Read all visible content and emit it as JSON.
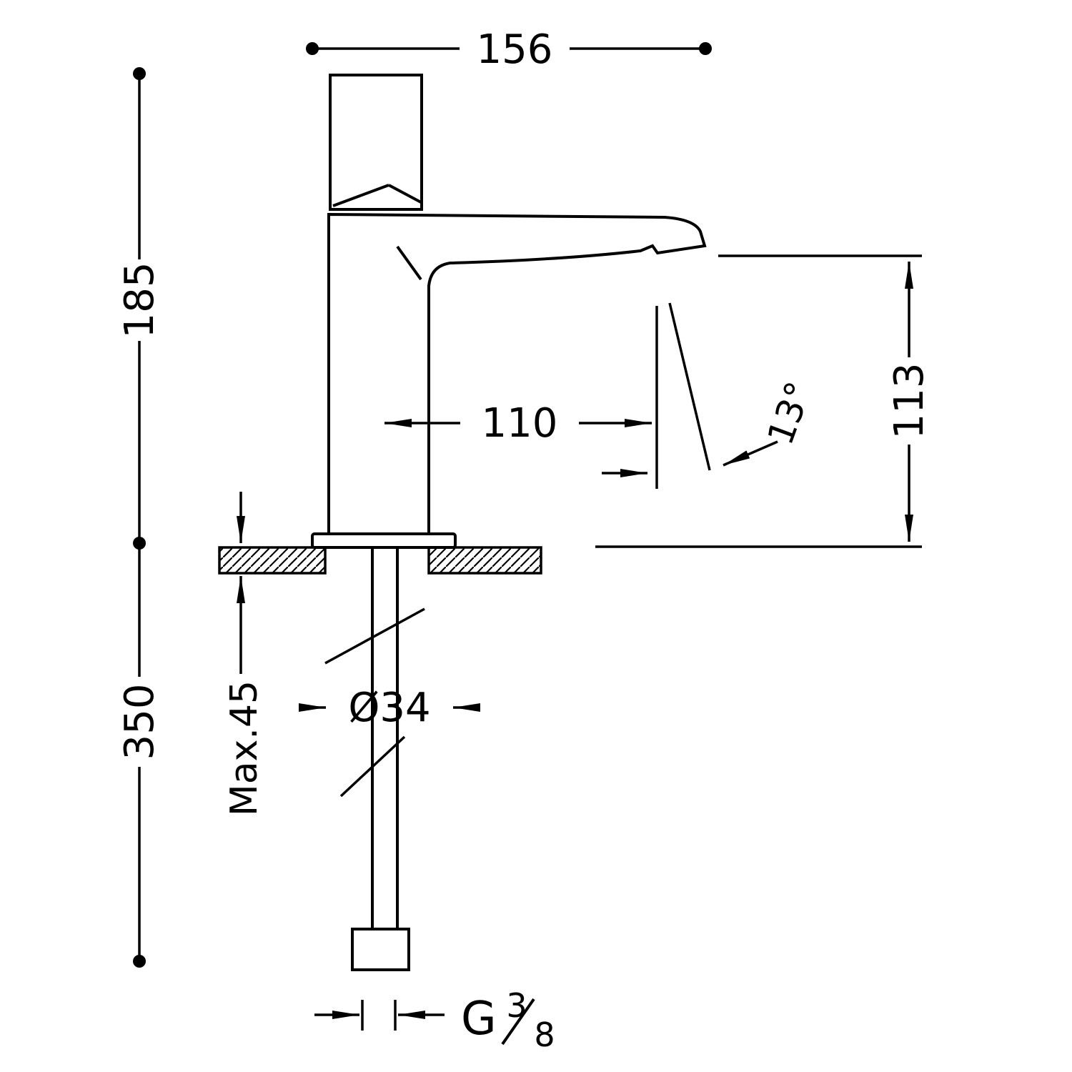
{
  "drawing": {
    "subject": "faucet-dimension-drawing",
    "colors": {
      "line": "#000000",
      "background": "#ffffff"
    },
    "dims": {
      "overall_width": "156",
      "body_height": "185",
      "below_deck_length": "350",
      "outlet_height": "113",
      "spout_reach": "110",
      "stream_angle": "13°",
      "shank_diameter": "Ø34",
      "max_deck_thickness": "Max.45",
      "thread": {
        "prefix": "G",
        "numerator": "3",
        "denominator": "8"
      }
    }
  }
}
